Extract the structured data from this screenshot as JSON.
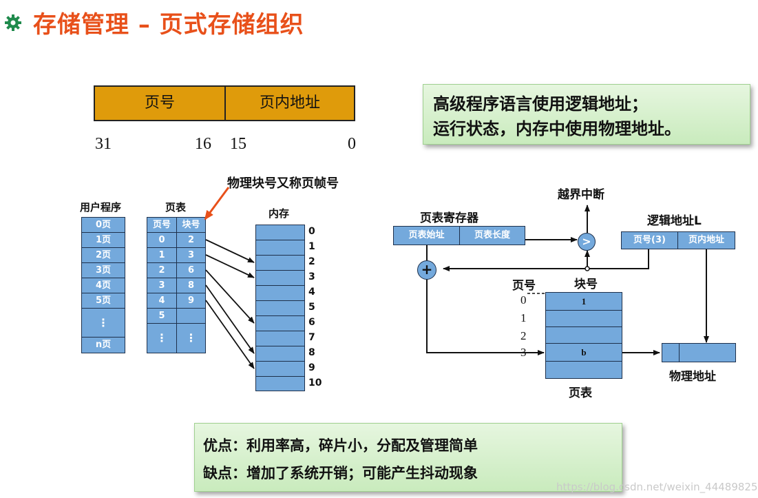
{
  "title": "存储管理 – 页式存储组织",
  "format": {
    "page_label": "页号",
    "offset_label": "页内地址"
  },
  "bits": [
    "31",
    "16",
    "15",
    "0"
  ],
  "note_top": {
    "line1": "高级程序语言使用逻辑地址；",
    "line2": "运行状态，内存中使用物理地址。"
  },
  "callout": "物理块号又称页帧号",
  "left_diagram": {
    "user_program_label": "用户程序",
    "pages": [
      "0页",
      "1页",
      "2页",
      "3页",
      "4页",
      "5页",
      "⋮",
      "n页"
    ],
    "page_table_label": "页表",
    "pt_headers": [
      "页号",
      "块号"
    ],
    "pt_rows": [
      [
        "0",
        "2"
      ],
      [
        "1",
        "3"
      ],
      [
        "2",
        "6"
      ],
      [
        "3",
        "8"
      ],
      [
        "4",
        "9"
      ],
      [
        "5",
        ""
      ],
      [
        "⋮",
        "⋮"
      ]
    ],
    "memory_label": "内存",
    "memory_numbers": [
      "0",
      "1",
      "2",
      "3",
      "4",
      "5",
      "6",
      "7",
      "8",
      "9",
      "10"
    ]
  },
  "right_diagram": {
    "interrupt_label": "越界中断",
    "register_label": "页表寄存器",
    "reg_fields": [
      "页表始址",
      "页表长度"
    ],
    "logical_label": "逻辑地址L",
    "logical_fields": [
      "页号(3)",
      "页内地址"
    ],
    "compare_symbol": ">",
    "add_symbol": "+",
    "page_num_label": "页号",
    "block_num_label": "块号",
    "table_indices": [
      "0",
      "1",
      "2",
      "3"
    ],
    "table_cells": [
      "1",
      "",
      "",
      "b",
      ""
    ],
    "table_label": "页表",
    "physical_label": "物理地址"
  },
  "note_bottom": {
    "line1": "优点：利用率高，碎片小，分配及管理简单",
    "line2": "缺点：增加了系统开销；可能产生抖动现象"
  },
  "watermark": "https://blog.csdn.net/weixin_44489825",
  "colors": {
    "title": "#e8501a",
    "format_bar": "#df9b0b",
    "cell_blue": "#74a9dc",
    "note_green": "#d6f0ca",
    "arrow": "#111111",
    "callout_arrow": "#e8501a"
  }
}
